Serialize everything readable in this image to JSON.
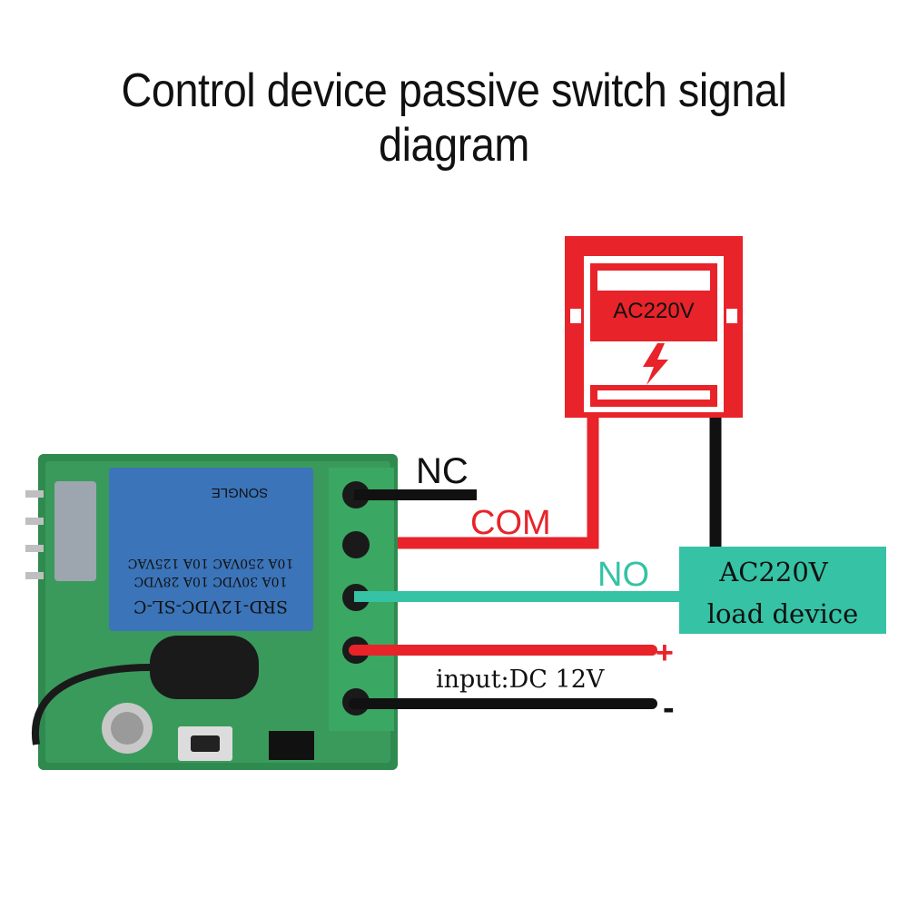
{
  "title": "Control device passive switch signal diagram",
  "supply": {
    "label": "AC220V"
  },
  "load": {
    "line1": "AC220V",
    "line2": "load device"
  },
  "terminals": {
    "nc": "NC",
    "com": "COM",
    "no": "NO",
    "plus": "+",
    "minus": "-"
  },
  "input": "input:DC 12V",
  "relay": {
    "model": "SRD-12VDC-SL-C",
    "spec1": "10A 30VDC 10A 28VDC",
    "spec2": "10A 250VAC 10A 125VAC",
    "brand": "SONGLE"
  },
  "colors": {
    "red": "#e8232a",
    "black": "#111111",
    "teal": "#35c2a5",
    "board": "#2f8a4f",
    "terminal": "#3aa763",
    "relay": "#3b74b8"
  }
}
